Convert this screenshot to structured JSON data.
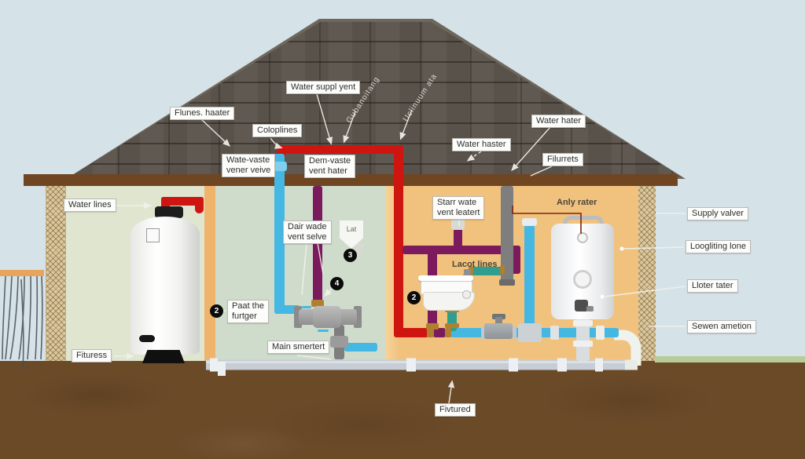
{
  "title": "Residential plumbing cross-section diagram",
  "labels": [
    {
      "text": "Flunes. haater"
    },
    {
      "text": "Water suppl yent"
    },
    {
      "text": "Coloplines"
    },
    {
      "text": "Wate-vaste\nvener veive"
    },
    {
      "text": "Dem-vaste\nvent hater"
    },
    {
      "text": "Water hater"
    },
    {
      "text": "Water haster"
    },
    {
      "text": "Filurrets"
    },
    {
      "text": "Starr wate\nvent leatert"
    },
    {
      "text": "Anly rater"
    },
    {
      "text": "Supply valver"
    },
    {
      "text": "Loogliting lone"
    },
    {
      "text": "Lloter tater"
    },
    {
      "text": "Sewen ametion"
    },
    {
      "text": "Water lines"
    },
    {
      "text": "Fituress"
    },
    {
      "text": "Dair wade\nvent selve"
    },
    {
      "text": "Paat the\nfurtger"
    },
    {
      "text": "Main smertert"
    },
    {
      "text": "Lacot lines"
    },
    {
      "text": "Fivtured"
    },
    {
      "text": "Gubanoitang"
    },
    {
      "text": "Uclinuum ata"
    },
    {
      "text": "Lat"
    }
  ],
  "badges": [
    "2",
    "3",
    "4",
    "2"
  ],
  "colors": {
    "sky": "#d5e2e8",
    "ground": "#6b4a28",
    "roof": "#59524a",
    "fascia": "#6f4522",
    "wall": "#d9c9a0",
    "room1": "#e0e5d0",
    "room2": "#cfdccb",
    "room3": "#f1c27e",
    "divider": "#efb36b",
    "hot": "#ce1510",
    "cold": "#45b7e3",
    "vent": "#7c1a5e",
    "teal": "#2f9e8f",
    "graypipe": "#7e7e7e",
    "sewer": "#c6cdd4",
    "grass": "#b7cc96",
    "label_bg": "#fcfcfa",
    "label_text": "#2f2f2f",
    "badge_bg": "#0b0b0b"
  }
}
